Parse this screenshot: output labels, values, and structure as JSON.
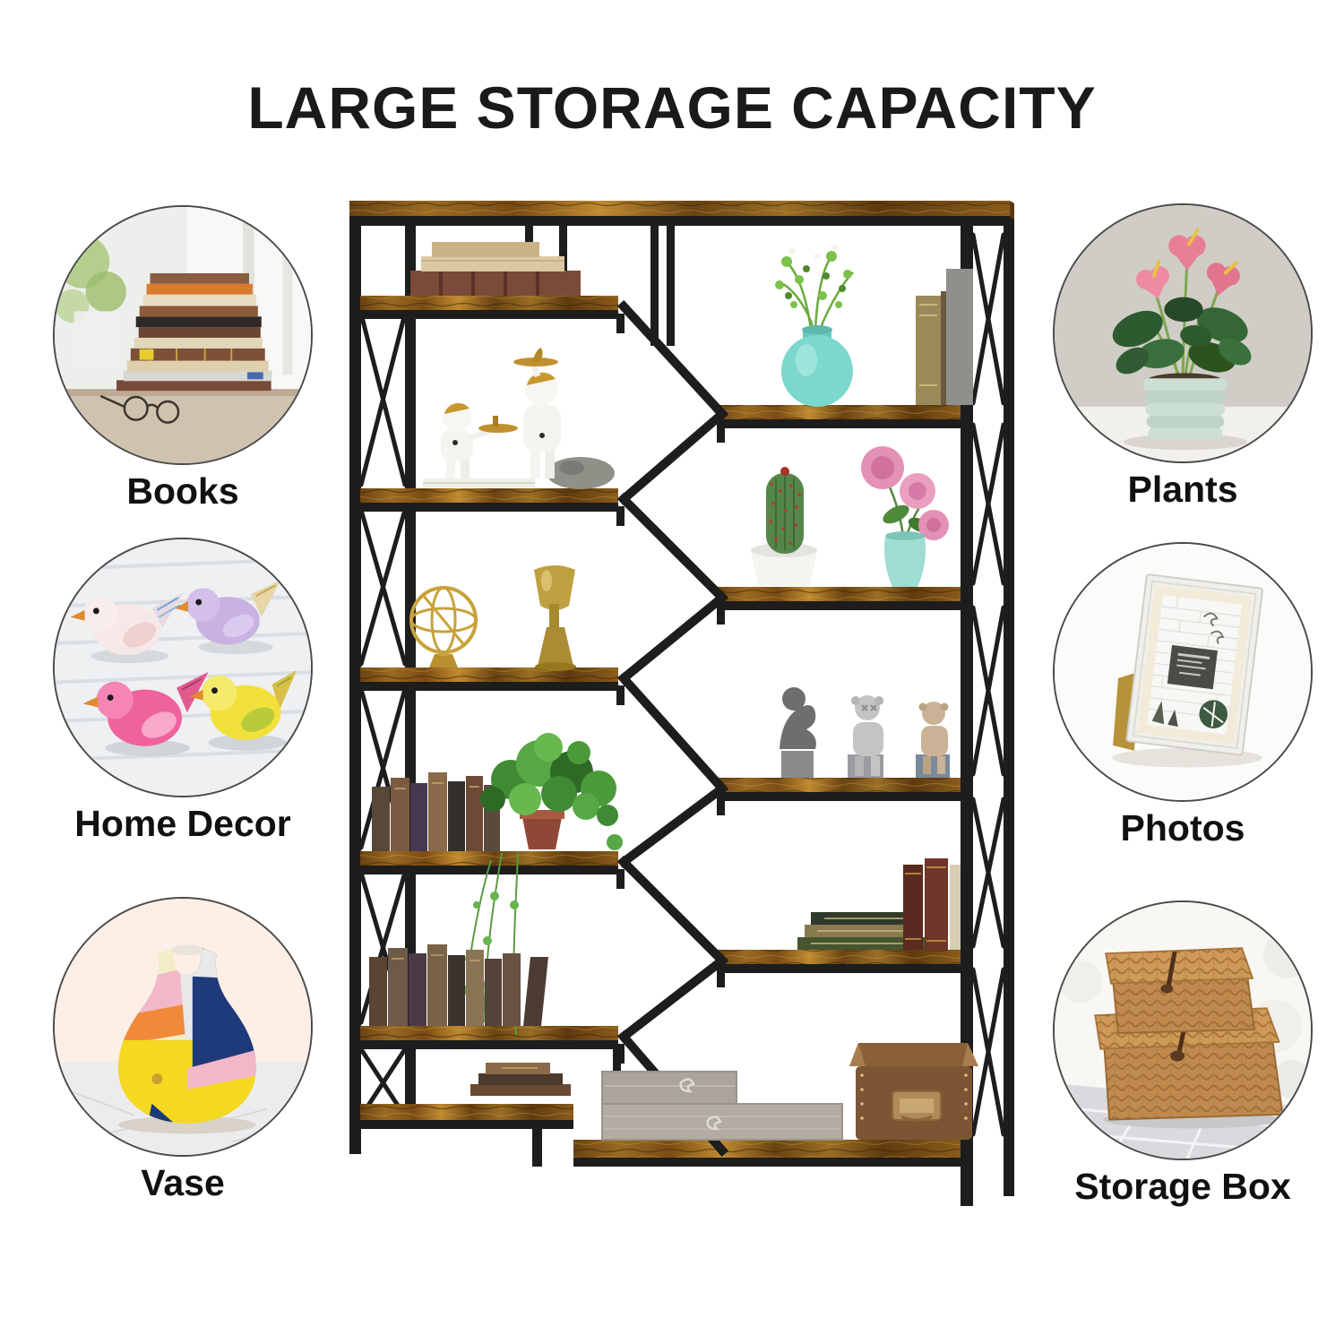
{
  "title": "LARGE STORAGE CAPACITY",
  "callouts": [
    {
      "id": "books",
      "label": "Books"
    },
    {
      "id": "home-decor",
      "label": "Home Decor"
    },
    {
      "id": "vase",
      "label": "Vase"
    },
    {
      "id": "plants",
      "label": "Plants"
    },
    {
      "id": "photos",
      "label": "Photos"
    },
    {
      "id": "storage-box",
      "label": "Storage Box"
    }
  ],
  "bookshelf": {
    "description": "Industrial staggered 7-tier etagere bookshelf: black metal frame with X side braces and geometric honeycomb center spine, rustic brown wood shelves",
    "left_shelf_items": [
      "stack of books",
      "astronaut figurines with gold trays on a rock",
      "gold armillary sphere and gold goblet",
      "row of books with leafy green potted plant",
      "row of vintage leather books with trailing ivy",
      "stacked books on bottom shelf"
    ],
    "right_shelf_items": [
      "teal vase with greenery and standing books",
      "white potted cactus and pink peonies in teal vase",
      "three collectible figurines",
      "stacked antique books and upright books",
      "carved gray wooden box and brown leather storage box"
    ]
  },
  "colors": {
    "title_text": "#1a1a1a",
    "label_text": "#111111",
    "metal_frame": "#1d1d1d",
    "wood_dark": "#5f3a0e",
    "wood_mid": "#8a5a1e",
    "wood_light": "#c08a30",
    "circle_border": "#4a4a4a",
    "canvas_bg": "#ffffff"
  }
}
